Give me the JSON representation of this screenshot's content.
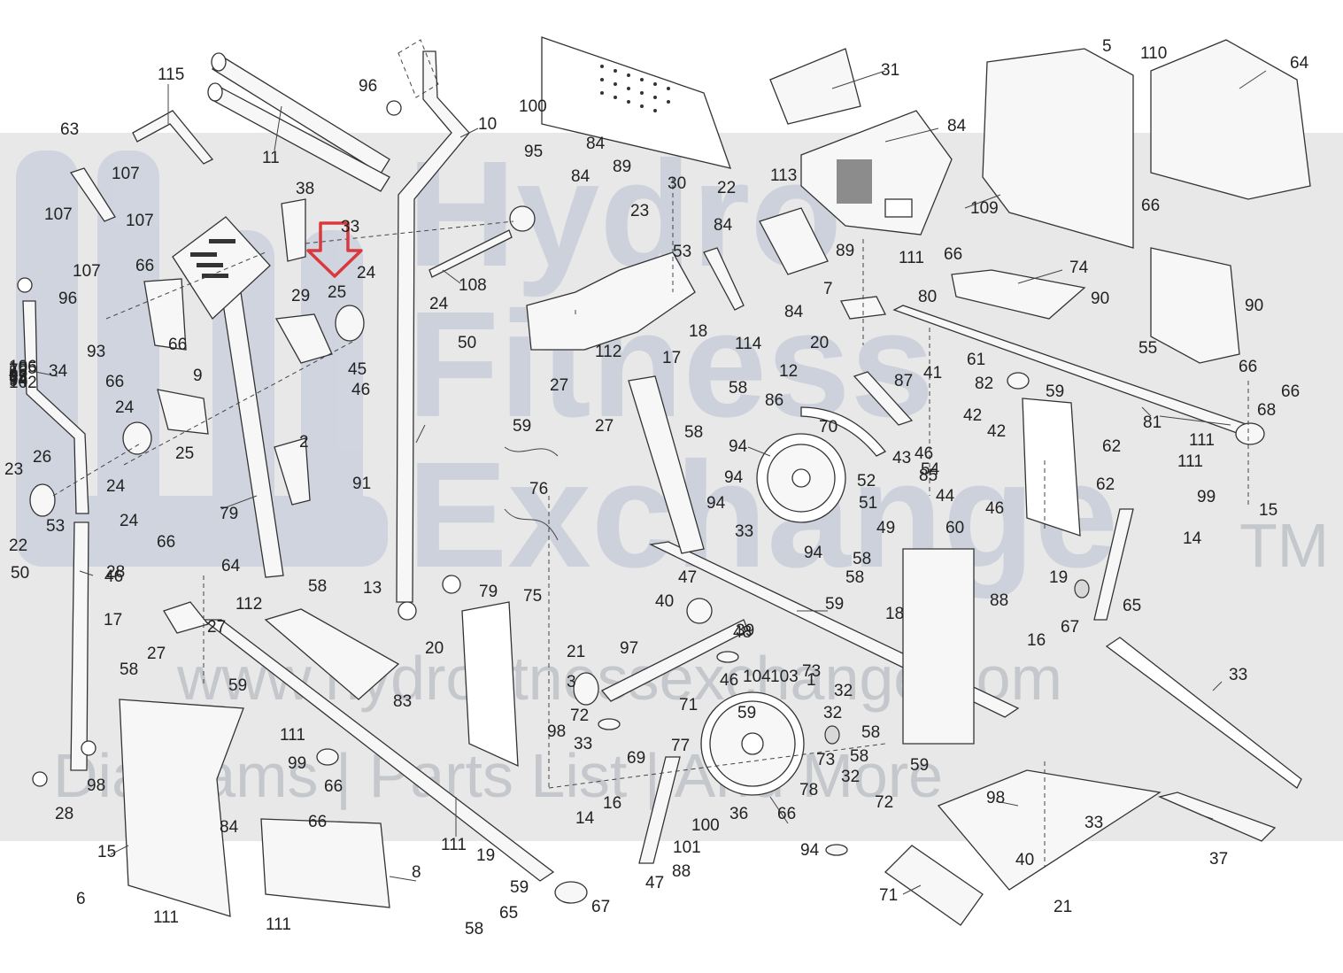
{
  "watermark": {
    "line1": "Hydro",
    "line2": "Fitness",
    "line3": "Exchange",
    "tm": "TM",
    "url": "www.hydrofitnessexchange.com",
    "tagline": "Diagrams | Parts List | And More"
  },
  "highlight": {
    "color": "#d9383d",
    "target_label": "25"
  },
  "callouts": [
    "115",
    "63",
    "107",
    "107",
    "107",
    "107",
    "96",
    "38",
    "33",
    "24",
    "25",
    "29",
    "11",
    "96",
    "10",
    "108",
    "24",
    "50",
    "45",
    "46",
    "66",
    "93",
    "66",
    "66",
    "34",
    "9",
    "24",
    "24",
    "25",
    "26",
    "23",
    "22",
    "53",
    "24",
    "50",
    "46",
    "79",
    "2",
    "91",
    "66",
    "64",
    "112",
    "27",
    "17",
    "27",
    "58",
    "59",
    "58",
    "13",
    "20",
    "28",
    "28",
    "79",
    "75",
    "83",
    "98",
    "111",
    "99",
    "15",
    "6",
    "111",
    "84",
    "66",
    "66",
    "111",
    "8",
    "111",
    "14",
    "19",
    "58",
    "59",
    "65",
    "67",
    "16",
    "47",
    "88",
    "36",
    "100",
    "101",
    "100",
    "95",
    "84",
    "84",
    "89",
    "30",
    "23",
    "22",
    "53",
    "31",
    "113",
    "84",
    "84",
    "89",
    "114",
    "18",
    "5",
    "110",
    "64",
    "109",
    "66",
    "66",
    "74",
    "111",
    "80",
    "7",
    "84",
    "20",
    "12",
    "112",
    "27",
    "17",
    "27",
    "58",
    "58",
    "59",
    "76",
    "94",
    "70",
    "94",
    "94",
    "33",
    "94",
    "86",
    "87",
    "41",
    "42",
    "42",
    "46",
    "43",
    "85",
    "54",
    "52",
    "44",
    "51",
    "49",
    "60",
    "46",
    "59",
    "62",
    "62",
    "90",
    "90",
    "55",
    "61",
    "82",
    "81",
    "66",
    "66",
    "68",
    "111",
    "111",
    "99",
    "15",
    "14",
    "19",
    "67",
    "65",
    "16",
    "18",
    "88",
    "58",
    "58",
    "59",
    "47",
    "40",
    "21",
    "48",
    "39",
    "97",
    "46",
    "104",
    "103",
    "1",
    "73",
    "32",
    "32",
    "58",
    "59",
    "3",
    "72",
    "98",
    "33",
    "71",
    "77",
    "69",
    "66",
    "73",
    "78",
    "32",
    "58",
    "59",
    "72",
    "94",
    "33",
    "98",
    "37",
    "71",
    "33",
    "40",
    "21",
    "106",
    "105",
    "72",
    "56",
    "4",
    "92",
    "35",
    "94",
    "94",
    "102"
  ]
}
